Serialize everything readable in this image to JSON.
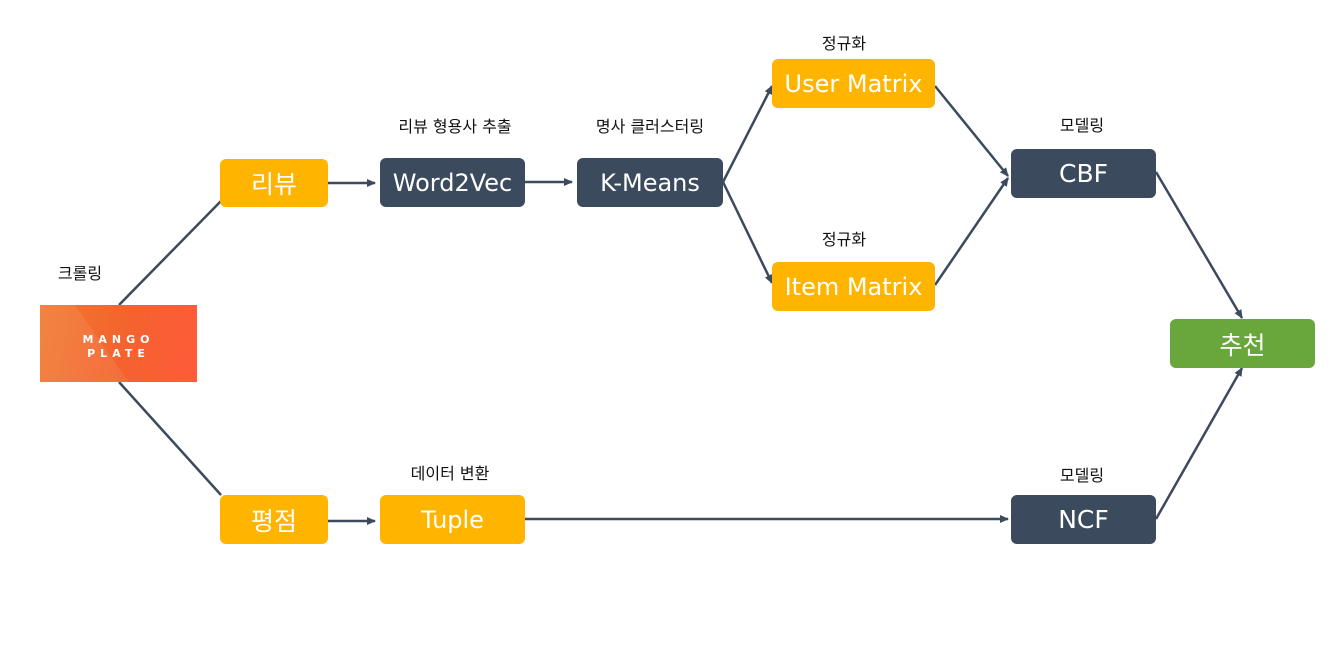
{
  "captions": {
    "crawling": "크롤링",
    "adjective_extract": "리뷰 형용사 추출",
    "noun_cluster": "명사 클러스터링",
    "normalize_top": "정규화",
    "normalize_bottom": "정규화",
    "modeling_top": "모델링",
    "data_convert": "데이터 변환",
    "modeling_bottom": "모델링"
  },
  "nodes": {
    "review": "리뷰",
    "rating": "평점",
    "word2vec": "Word2Vec",
    "kmeans": "K-Means",
    "user_matrix": "User Matrix",
    "item_matrix": "Item Matrix",
    "cbf": "CBF",
    "tuple": "Tuple",
    "ncf": "NCF",
    "recommend": "추천"
  },
  "logo": {
    "line1": "MANGO",
    "line2": "PLATE",
    "name": "mangoplate-logo"
  },
  "colors": {
    "yellow": "#ffb400",
    "dark": "#3c4a5e",
    "green": "#69a63c",
    "arrow": "#3c4a5e",
    "logo": "#f4622e"
  }
}
